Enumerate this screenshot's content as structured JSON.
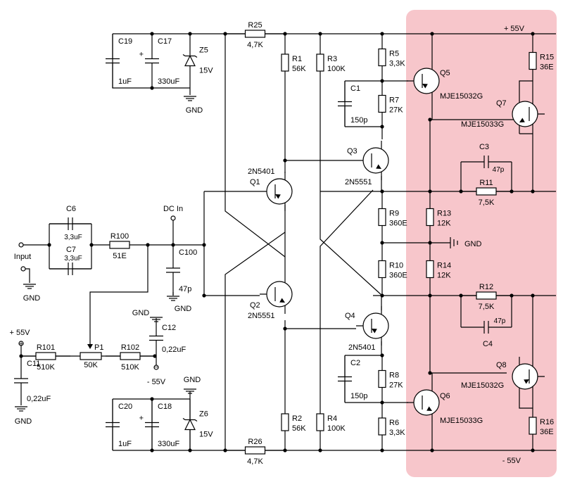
{
  "rails": {
    "pos_label": "+ 55V",
    "neg_label": "- 55V"
  },
  "highlight_color": "#f7c6cb",
  "resistors": [
    {
      "ref": "R25",
      "value": "4,7K"
    },
    {
      "ref": "R26",
      "value": "4,7K"
    },
    {
      "ref": "R1",
      "value": "56K"
    },
    {
      "ref": "R2",
      "value": "56K"
    },
    {
      "ref": "R3",
      "value": "100K"
    },
    {
      "ref": "R4",
      "value": "100K"
    },
    {
      "ref": "R5",
      "value": "3,3K"
    },
    {
      "ref": "R6",
      "value": "3,3K"
    },
    {
      "ref": "R7",
      "value": "27K"
    },
    {
      "ref": "R8",
      "value": "27K"
    },
    {
      "ref": "R9",
      "value": "360E"
    },
    {
      "ref": "R10",
      "value": "360E"
    },
    {
      "ref": "R11",
      "value": "7,5K"
    },
    {
      "ref": "R12",
      "value": "7,5K"
    },
    {
      "ref": "R13",
      "value": "12K"
    },
    {
      "ref": "R14",
      "value": "12K"
    },
    {
      "ref": "R15",
      "value": "36E"
    },
    {
      "ref": "R16",
      "value": "36E"
    },
    {
      "ref": "R100",
      "value": "51E"
    },
    {
      "ref": "R101",
      "value": "510K"
    },
    {
      "ref": "R102",
      "value": "510K"
    }
  ],
  "capacitors": [
    {
      "ref": "C19",
      "value": "1uF"
    },
    {
      "ref": "C17",
      "value": "330uF"
    },
    {
      "ref": "C20",
      "value": "1uF"
    },
    {
      "ref": "C18",
      "value": "330uF"
    },
    {
      "ref": "C1",
      "value": "150p"
    },
    {
      "ref": "C2",
      "value": "150p"
    },
    {
      "ref": "C3",
      "value": "47p"
    },
    {
      "ref": "C4",
      "value": "47p"
    },
    {
      "ref": "C6",
      "value": "3,3uF"
    },
    {
      "ref": "C7",
      "value": "3,3uF"
    },
    {
      "ref": "C100",
      "value": "47p"
    },
    {
      "ref": "C11",
      "value": "0,22uF"
    },
    {
      "ref": "C12",
      "value": "0,22uF"
    }
  ],
  "zeners": [
    {
      "ref": "Z5",
      "value": "15V"
    },
    {
      "ref": "Z6",
      "value": "15V"
    }
  ],
  "transistors": [
    {
      "ref": "Q1",
      "part": "2N5401"
    },
    {
      "ref": "Q2",
      "part": "2N5551"
    },
    {
      "ref": "Q3",
      "part": "2N5551"
    },
    {
      "ref": "Q4",
      "part": "2N5401"
    },
    {
      "ref": "Q5",
      "part": "MJE15032G"
    },
    {
      "ref": "Q6",
      "part": "MJE15033G"
    },
    {
      "ref": "Q7",
      "part": "MJE15033G"
    },
    {
      "ref": "Q8",
      "part": "MJE15032G"
    }
  ],
  "pot": {
    "ref": "P1",
    "value": "50K"
  },
  "labels": {
    "gnd": "GND",
    "input": "Input",
    "dc_in": "DC In",
    "plus55": "+ 55V",
    "minus55": "- 55V"
  }
}
